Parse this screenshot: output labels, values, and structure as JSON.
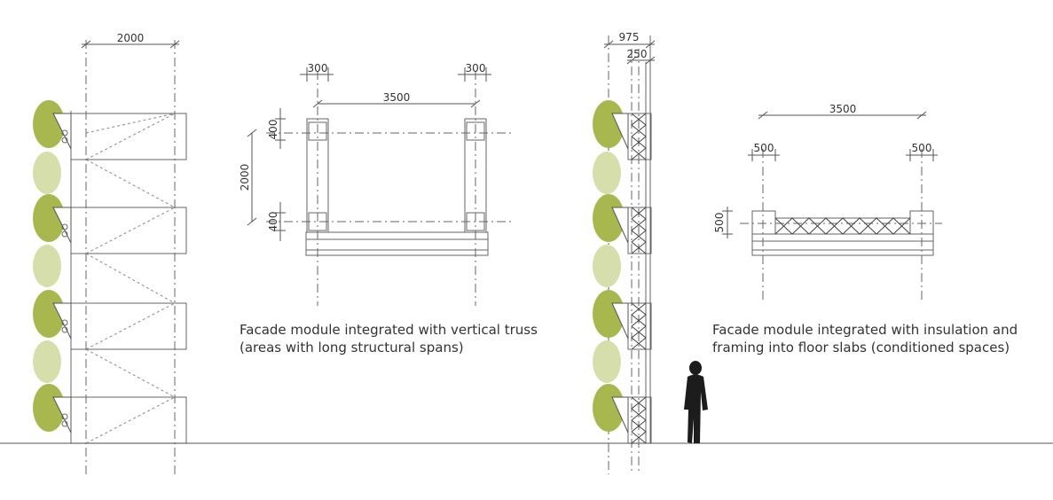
{
  "dimensions": {
    "left_facade_width": "2000",
    "truss_col_left": "300",
    "truss_col_right": "300",
    "truss_span": "3500",
    "truss_top_depth": "400",
    "truss_height": "2000",
    "truss_bottom_depth": "400",
    "right_facade_total": "975",
    "right_facade_inner": "250",
    "slab_span": "3500",
    "slab_left": "500",
    "slab_right": "500",
    "slab_depth": "500"
  },
  "captions": {
    "truss": {
      "line1": "Facade module integrated with vertical truss",
      "line2": "(areas with long structural spans)"
    },
    "slab": {
      "line1": "Facade module integrated with insulation and",
      "line2": "framing into floor slabs (conditioned spaces)"
    }
  },
  "colors": {
    "plant_dark": "#a9b84e",
    "plant_light": "#d6deac",
    "line": "#5a5a5a",
    "person": "#1c1c1c"
  }
}
